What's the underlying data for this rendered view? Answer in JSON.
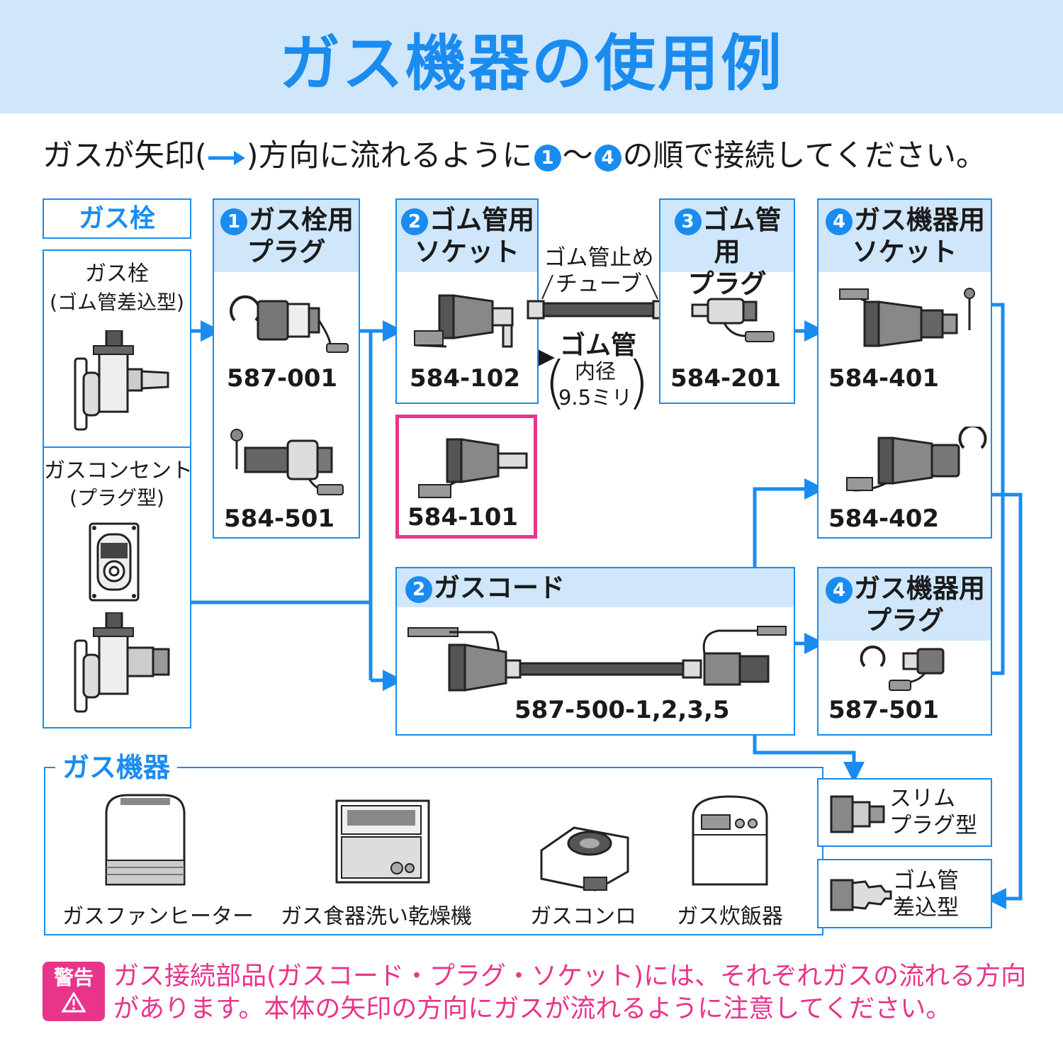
{
  "title": "ガス機器の使用例",
  "instruction": {
    "part1": "ガスが矢印(",
    "part2": ")方向に流れるように",
    "num_start": "1",
    "tilde": "～",
    "num_end": "4",
    "part3": "の順で接続してください。"
  },
  "gas_valve": {
    "header": "ガス栓",
    "type1_line1": "ガス栓",
    "type1_line2": "(ゴム管差込型)",
    "type2_line1": "ガスコンセント",
    "type2_line2": "(プラグ型)"
  },
  "step1": {
    "num": "1",
    "line1": "ガス栓用",
    "line2": "プラグ",
    "code_a": "587-001",
    "code_b": "584-501"
  },
  "step2_socket": {
    "num": "2",
    "line1": "ゴム管用",
    "line2": "ソケット",
    "code_a": "584-102",
    "code_b": "584-101"
  },
  "tube": {
    "stopper_line1": "ゴム管止め",
    "stopper_line2": "チューブ",
    "hose": "ゴム管",
    "inner_line1": "内径",
    "inner_line2": "9.5ミリ"
  },
  "step3": {
    "num": "3",
    "line1": "ゴム管用",
    "line2": "プラグ",
    "code": "584-201"
  },
  "step4_socket": {
    "num": "4",
    "line1": "ガス機器用",
    "line2": "ソケット",
    "code_a": "584-401",
    "code_b": "584-402"
  },
  "step2_cord": {
    "num": "2",
    "label": "ガスコード",
    "code": "587-500-1,2,3,5"
  },
  "step4_plug": {
    "num": "4",
    "line1": "ガス機器用",
    "line2": "プラグ",
    "code": "587-501"
  },
  "appliances": {
    "header": "ガス機器",
    "items": [
      "ガスファンヒーター",
      "ガス食器洗い乾燥機",
      "ガスコンロ",
      "ガス炊飯器"
    ]
  },
  "connectors": {
    "slim_line1": "スリム",
    "slim_line2": "プラグ型",
    "rubber_line1": "ゴム管",
    "rubber_line2": "差込型"
  },
  "warning": {
    "badge": "警告",
    "line1": "ガス接続部品(ガスコード・プラグ・ソケット)には、それぞれガスの流れる方向",
    "line2": "があります。本体の矢印の方向にガスが流れるように注意してください。"
  },
  "colors": {
    "accent": "#1a8cf0",
    "header_bg": "#cfe6fb",
    "highlight": "#e8358b"
  }
}
